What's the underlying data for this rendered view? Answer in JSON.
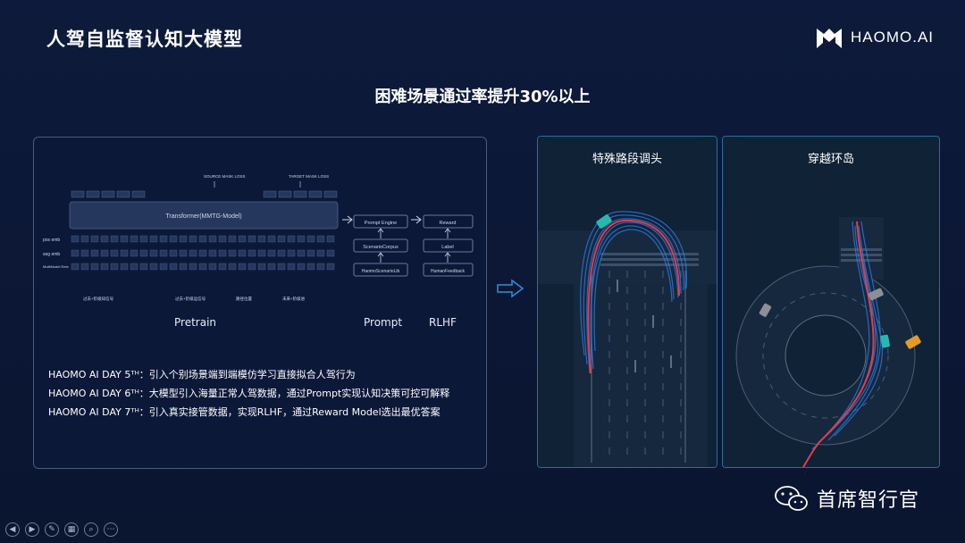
{
  "title": "人驾自监督认知大模型",
  "logo": {
    "text": "HAOMO.AI",
    "icon": "haomo-logo-icon"
  },
  "headline": "困难场景通过率提升30%以上",
  "pipeline": {
    "source_loss": "SOURCE MASK LOSS",
    "target_loss": "TARGET MASK LOSS",
    "transformer": "Transformer(MMTG-Model)",
    "row_pos": "pos emb",
    "row_seg": "seg emb",
    "row_multi": "MultiModel Emb",
    "group_labels": [
      "过去+阶级知信号",
      "过去+阶级运信号",
      "路径位置",
      "未来+阶级进"
    ],
    "prompt_boxes": [
      "Prompt Engine",
      "ScenarioCorpus",
      "HaomoScenarioLib"
    ],
    "rlhf_boxes": [
      "Reward",
      "Label",
      "HumanFeedback"
    ],
    "stages": [
      "Pretrain",
      "Prompt",
      "RLHF"
    ]
  },
  "notes": [
    "HAOMO AI DAY 5ᵀᴴ：引入个别场景端到端模仿学习直接拟合人驾行为",
    "HAOMO AI DAY 6ᵀᴴ：大模型引入海量正常人驾数据，通过Prompt实现认知决策可控可解释",
    "HAOMO AI DAY 7ᵀᴴ：引入真实接管数据，实现RLHF，通过Reward Model选出最优答案"
  ],
  "cards": [
    {
      "title": "特殊路段调头"
    },
    {
      "title": "穿越环岛"
    }
  ],
  "watermark": {
    "text": "首席智行官",
    "icon": "wechat-icon"
  },
  "toolbar": [
    "prev-icon",
    "next-icon",
    "pen-icon",
    "slides-icon",
    "zoom-icon",
    "more-icon"
  ],
  "colors": {
    "background": "#0b1634",
    "accent": "#2f8fd6",
    "trajectory_red": "#e53a4a",
    "trajectory_blue": "#2f7fe8"
  }
}
